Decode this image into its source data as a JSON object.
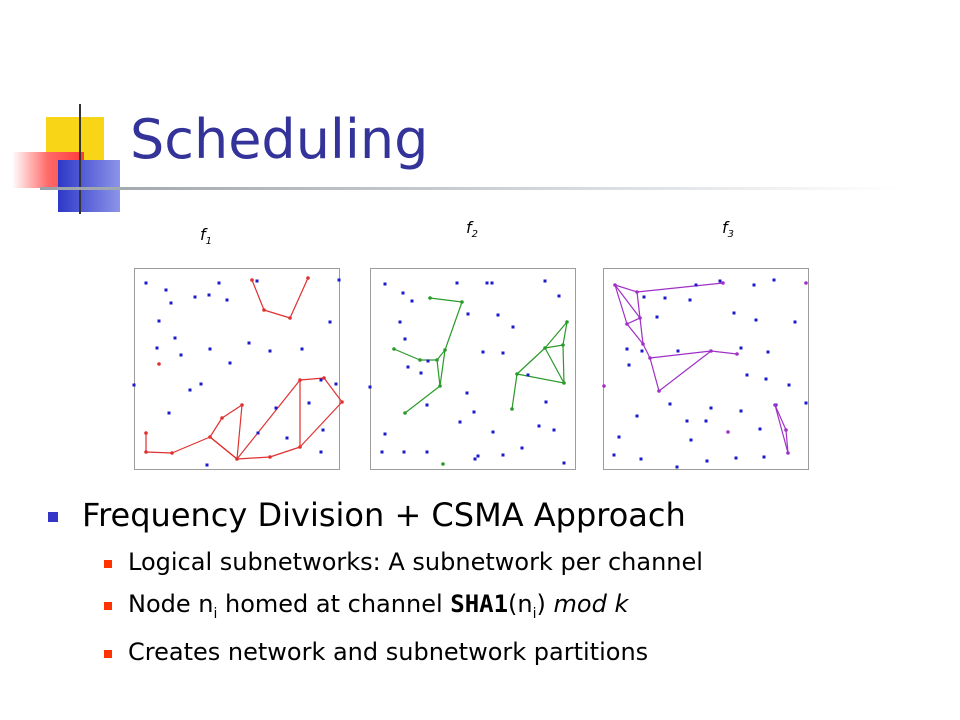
{
  "title": "Scheduling",
  "frequency_labels": [
    {
      "base": "f",
      "sub": "1"
    },
    {
      "base": "f",
      "sub": "2"
    },
    {
      "base": "f",
      "sub": "3"
    }
  ],
  "colors": {
    "node_unassigned": "#1a1acc",
    "channel1": "#e03030",
    "channel2": "#2a9a2a",
    "channel3": "#a030c8",
    "title": "#33339a",
    "bullet_l1": "#3535c8",
    "bullet_l2": "#ff3300"
  },
  "bullets": {
    "main": "Frequency Division + CSMA Approach",
    "sub1": "Logical subnetworks: A subnetwork per channel",
    "sub2_part1": "Node n",
    "sub2_sub": "i",
    "sub2_part2": " homed at channel ",
    "sub2_code": "SHA1",
    "sub2_part3": "(n",
    "sub2_sub2": "i",
    "sub2_part4": ") ",
    "sub2_italic": "mod k",
    "sub3": "Creates network and subnetwork partitions"
  },
  "diagram": {
    "panels": [
      {
        "name": "f1",
        "color": "#e03030",
        "blue": [
          [
            146,
            283
          ],
          [
            166,
            290
          ],
          [
            195,
            297
          ],
          [
            219,
            283
          ],
          [
            257,
            281
          ],
          [
            339,
            280
          ],
          [
            171,
            303
          ],
          [
            209,
            295
          ],
          [
            227,
            300
          ],
          [
            159,
            321
          ],
          [
            175,
            338
          ],
          [
            157,
            348
          ],
          [
            210,
            349
          ],
          [
            249,
            343
          ],
          [
            270,
            351
          ],
          [
            330,
            322
          ],
          [
            181,
            355
          ],
          [
            230,
            363
          ],
          [
            134,
            385
          ],
          [
            190,
            390
          ],
          [
            201,
            384
          ],
          [
            302,
            349
          ],
          [
            321,
            380
          ],
          [
            276,
            408
          ],
          [
            309,
            403
          ],
          [
            169,
            413
          ],
          [
            336,
            384
          ],
          [
            258,
            433
          ],
          [
            323,
            430
          ],
          [
            287,
            438
          ],
          [
            321,
            452
          ],
          [
            207,
            465
          ]
        ],
        "colored": [
          [
            159,
            364
          ],
          [
            146,
            433
          ],
          [
            146,
            452
          ],
          [
            172,
            453
          ],
          [
            210,
            437
          ],
          [
            222,
            418
          ],
          [
            242,
            405
          ],
          [
            237,
            459
          ],
          [
            270,
            457
          ],
          [
            300,
            447
          ],
          [
            300,
            380
          ],
          [
            324,
            378
          ],
          [
            342,
            402
          ],
          [
            252,
            280
          ],
          [
            264,
            310
          ],
          [
            290,
            318
          ],
          [
            308,
            278
          ]
        ],
        "edges": [
          [
            13,
            14
          ],
          [
            14,
            15
          ],
          [
            15,
            16
          ],
          [
            1,
            2
          ],
          [
            2,
            3
          ],
          [
            3,
            4
          ],
          [
            4,
            5
          ],
          [
            5,
            6
          ],
          [
            4,
            7
          ],
          [
            7,
            8
          ],
          [
            8,
            9
          ],
          [
            9,
            10
          ],
          [
            10,
            11
          ],
          [
            11,
            12
          ],
          [
            12,
            9
          ],
          [
            10,
            7
          ],
          [
            6,
            7
          ],
          [
            7,
            4
          ]
        ]
      },
      {
        "name": "f2",
        "color": "#2a9a2a",
        "blue": [
          [
            385,
            284
          ],
          [
            403,
            293
          ],
          [
            457,
            283
          ],
          [
            487,
            283
          ],
          [
            492,
            283
          ],
          [
            545,
            281
          ],
          [
            412,
            301
          ],
          [
            400,
            322
          ],
          [
            468,
            314
          ],
          [
            498,
            315
          ],
          [
            513,
            327
          ],
          [
            559,
            296
          ],
          [
            405,
            339
          ],
          [
            428,
            361
          ],
          [
            408,
            367
          ],
          [
            483,
            352
          ],
          [
            503,
            353
          ],
          [
            370,
            387
          ],
          [
            421,
            373
          ],
          [
            528,
            375
          ],
          [
            427,
            405
          ],
          [
            474,
            412
          ],
          [
            467,
            393
          ],
          [
            546,
            402
          ],
          [
            385,
            434
          ],
          [
            460,
            422
          ],
          [
            493,
            432
          ],
          [
            539,
            426
          ],
          [
            554,
            430
          ],
          [
            382,
            452
          ],
          [
            404,
            452
          ],
          [
            427,
            452
          ],
          [
            478,
            456
          ],
          [
            503,
            455
          ],
          [
            522,
            448
          ],
          [
            475,
            459
          ],
          [
            564,
            463
          ]
        ],
        "colored": [
          [
            430,
            298
          ],
          [
            462,
            302
          ],
          [
            394,
            349
          ],
          [
            420,
            360
          ],
          [
            445,
            350
          ],
          [
            437,
            360
          ],
          [
            440,
            386
          ],
          [
            405,
            413
          ],
          [
            443,
            464
          ],
          [
            567,
            322
          ],
          [
            563,
            345
          ],
          [
            545,
            348
          ],
          [
            517,
            374
          ],
          [
            564,
            383
          ],
          [
            512,
            409
          ]
        ],
        "edges": [
          [
            0,
            1
          ],
          [
            1,
            4
          ],
          [
            2,
            3
          ],
          [
            3,
            5
          ],
          [
            4,
            5
          ],
          [
            5,
            6
          ],
          [
            6,
            7
          ],
          [
            4,
            6
          ],
          [
            9,
            10
          ],
          [
            10,
            11
          ],
          [
            9,
            11
          ],
          [
            11,
            12
          ],
          [
            12,
            13
          ],
          [
            11,
            13
          ],
          [
            10,
            13
          ],
          [
            12,
            14
          ]
        ]
      },
      {
        "name": "f3",
        "color": "#a030c8",
        "blue": [
          [
            644,
            297
          ],
          [
            665,
            298
          ],
          [
            690,
            300
          ],
          [
            696,
            285
          ],
          [
            720,
            281
          ],
          [
            754,
            285
          ],
          [
            774,
            280
          ],
          [
            657,
            317
          ],
          [
            734,
            313
          ],
          [
            756,
            320
          ],
          [
            795,
            322
          ],
          [
            627,
            349
          ],
          [
            642,
            351
          ],
          [
            678,
            351
          ],
          [
            741,
            348
          ],
          [
            768,
            352
          ],
          [
            629,
            365
          ],
          [
            747,
            375
          ],
          [
            766,
            379
          ],
          [
            789,
            385
          ],
          [
            806,
            403
          ],
          [
            670,
            404
          ],
          [
            687,
            421
          ],
          [
            711,
            408
          ],
          [
            741,
            411
          ],
          [
            776,
            405
          ],
          [
            637,
            416
          ],
          [
            619,
            437
          ],
          [
            691,
            440
          ],
          [
            706,
            421
          ],
          [
            760,
            429
          ],
          [
            614,
            455
          ],
          [
            641,
            459
          ],
          [
            677,
            467
          ],
          [
            707,
            461
          ],
          [
            736,
            458
          ],
          [
            764,
            457
          ]
        ],
        "colored": [
          [
            615,
            285
          ],
          [
            637,
            292
          ],
          [
            627,
            324
          ],
          [
            640,
            318
          ],
          [
            643,
            344
          ],
          [
            650,
            358
          ],
          [
            711,
            351
          ],
          [
            737,
            354
          ],
          [
            659,
            391
          ],
          [
            723,
            283
          ],
          [
            775,
            405
          ],
          [
            786,
            430
          ],
          [
            788,
            453
          ],
          [
            806,
            283
          ],
          [
            604,
            386
          ],
          [
            728,
            432
          ]
        ],
        "edges": [
          [
            0,
            1
          ],
          [
            1,
            9
          ],
          [
            0,
            2
          ],
          [
            2,
            3
          ],
          [
            3,
            4
          ],
          [
            0,
            3
          ],
          [
            1,
            3
          ],
          [
            2,
            4
          ],
          [
            4,
            5
          ],
          [
            5,
            6
          ],
          [
            6,
            7
          ],
          [
            5,
            8
          ],
          [
            8,
            6
          ],
          [
            10,
            11
          ],
          [
            11,
            12
          ],
          [
            10,
            12
          ]
        ]
      }
    ]
  }
}
